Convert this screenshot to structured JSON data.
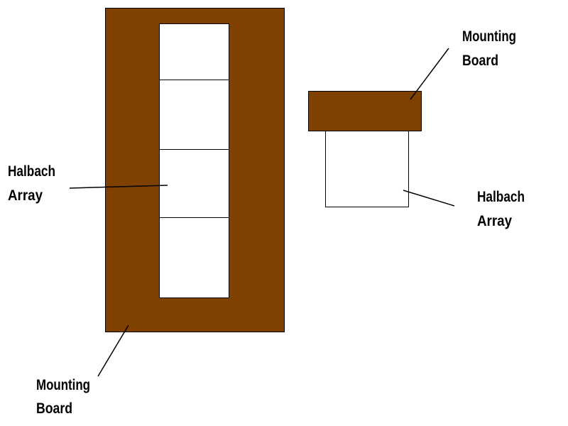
{
  "colors": {
    "board": "#804000",
    "magnet": "#ffffff",
    "stroke": "#000000"
  },
  "front_view": {
    "array_label": [
      "Halbach",
      "Array"
    ],
    "board_label": [
      "Mounting",
      "Board"
    ],
    "magnet_segments": 4
  },
  "side_view": {
    "board_label": [
      "Mounting",
      "Board"
    ],
    "array_label": [
      "Halbach",
      "Array"
    ]
  }
}
